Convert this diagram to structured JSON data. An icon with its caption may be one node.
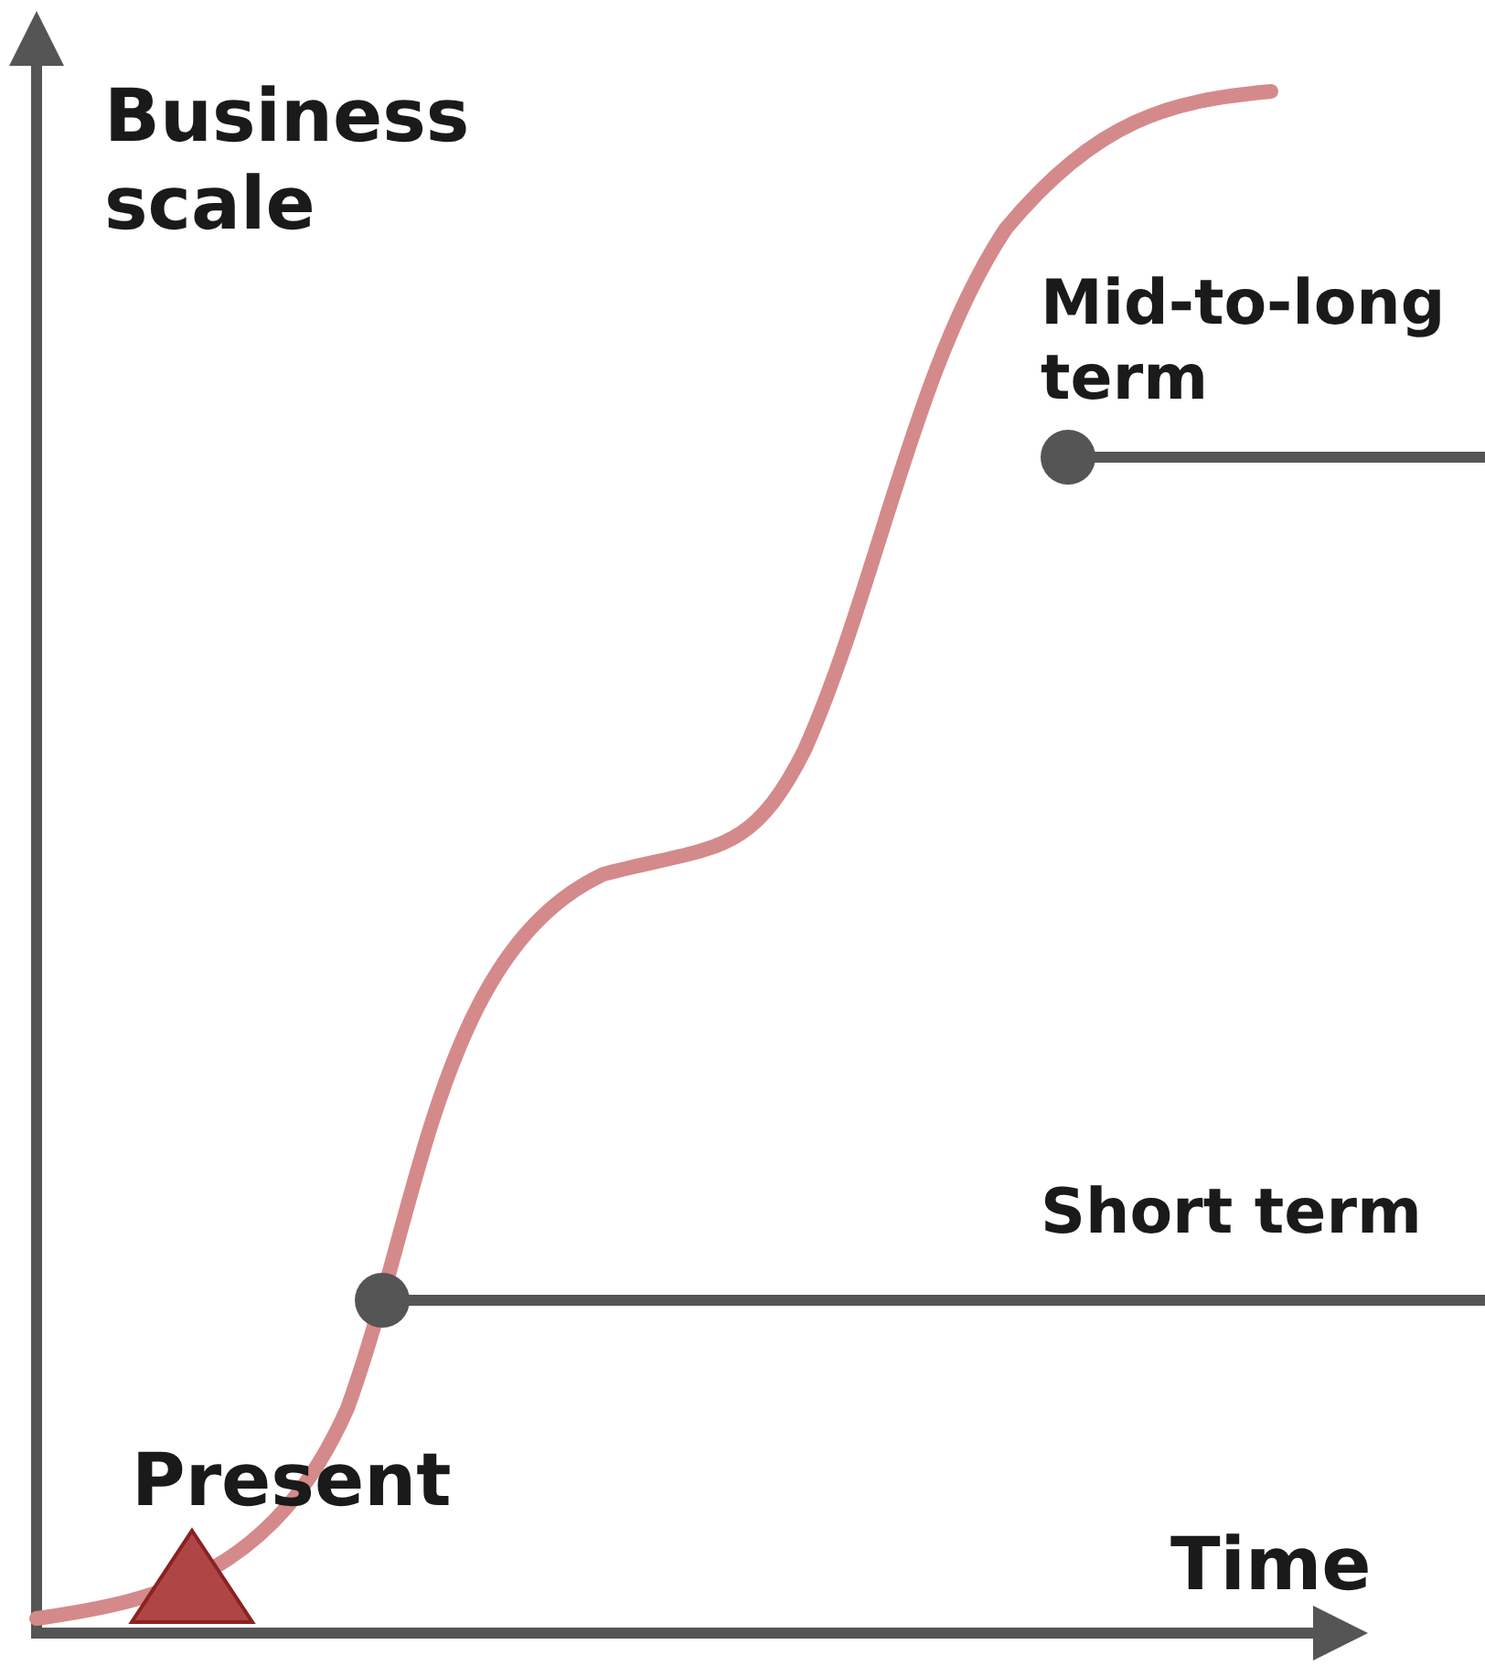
{
  "diagram": {
    "labels": [
      "Business scale",
      "Mid-to-long term",
      "Short term",
      "Present",
      "Time"
    ]
  }
}
